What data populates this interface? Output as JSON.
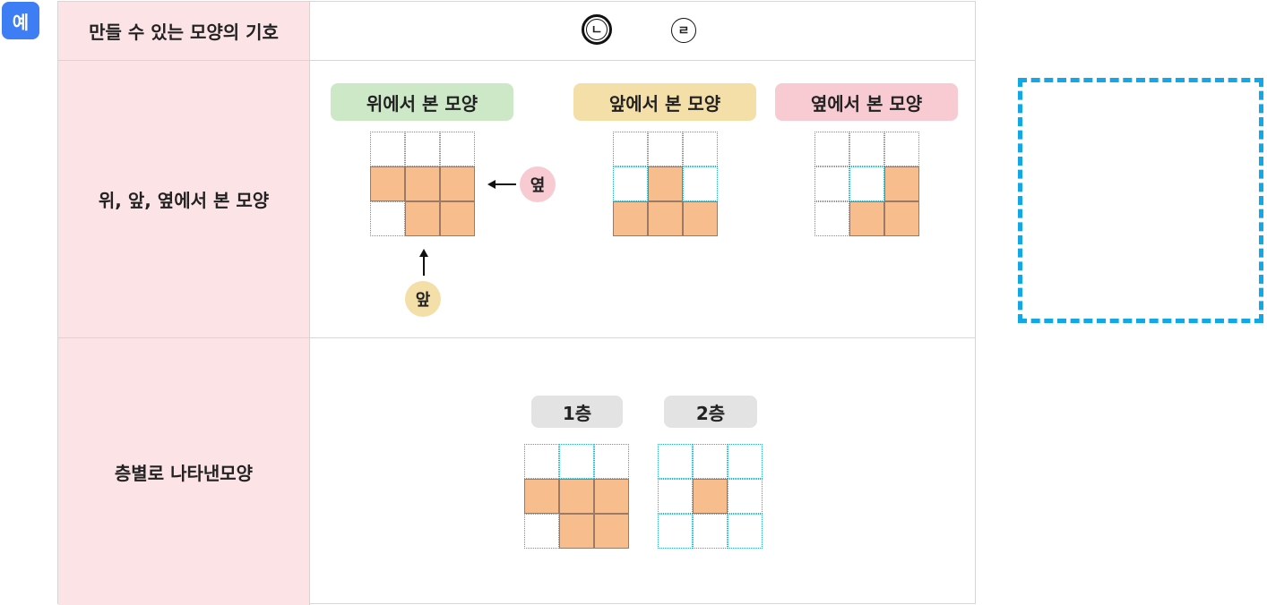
{
  "example_badge": "예",
  "rows": [
    {
      "header": "만들 수 있는 모양의 기호"
    },
    {
      "header": "위, 앞, 옆에서 본 모양"
    },
    {
      "header": "층별로 나타낸모양"
    }
  ],
  "symbols": [
    {
      "label": "ㄴ",
      "style": "double-circle"
    },
    {
      "label": "ㄹ",
      "style": "circle"
    }
  ],
  "views": {
    "top": {
      "label": "위에서 본 모양",
      "color": "#cce8c6",
      "grid": [
        [
          0,
          0,
          0
        ],
        [
          1,
          1,
          1
        ],
        [
          0,
          1,
          1
        ]
      ]
    },
    "front": {
      "label": "앞에서 본 모양",
      "color": "#f4dfa8",
      "grid": [
        [
          0,
          0,
          0
        ],
        [
          0,
          1,
          0
        ],
        [
          1,
          1,
          1
        ]
      ]
    },
    "side": {
      "label": "옆에서 본 모양",
      "color": "#f7cbd1",
      "grid": [
        [
          0,
          0,
          0
        ],
        [
          0,
          0,
          1
        ],
        [
          0,
          1,
          1
        ]
      ]
    }
  },
  "direction_badges": {
    "side": {
      "label": "옆",
      "color": "#f7cbd1"
    },
    "front": {
      "label": "앞",
      "color": "#f4dfa8"
    }
  },
  "layers": [
    {
      "label": "1층",
      "color": "#e3e3e3",
      "grid": [
        [
          0,
          0,
          0
        ],
        [
          1,
          1,
          1
        ],
        [
          0,
          1,
          1
        ]
      ]
    },
    {
      "label": "2층",
      "color": "#e3e3e3",
      "grid": [
        [
          0,
          0,
          0
        ],
        [
          0,
          1,
          0
        ],
        [
          0,
          0,
          0
        ]
      ]
    }
  ],
  "colors": {
    "filled": "#f8bd8c",
    "dashed_box": "#12a7e6",
    "header_bg": "#fbe3e6"
  }
}
